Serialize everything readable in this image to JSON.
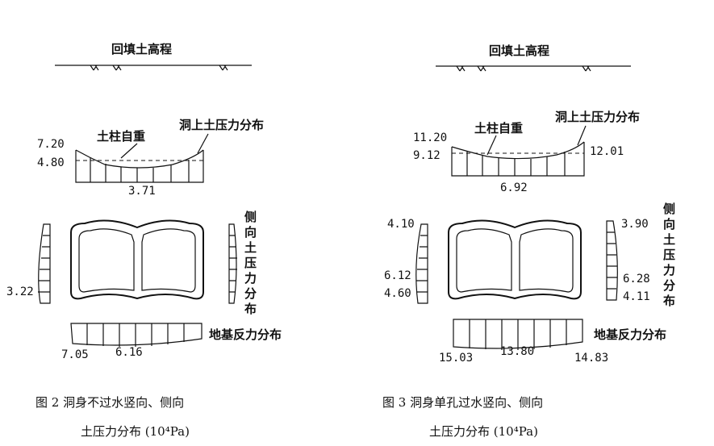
{
  "fig2": {
    "ground_label": "回填土高程",
    "top_label_soil_column": "土柱自重",
    "top_label_pressure": "洞上土压力分布",
    "top_left_upper": "7.20",
    "top_left_lower": "4.80",
    "top_bottom": "3.71",
    "side_left_bottom": "3.22",
    "side_label": [
      "侧",
      "向",
      "土",
      "压",
      "力",
      "分",
      "布"
    ],
    "base_label": "地基反力分布",
    "base_left": "7.05",
    "base_center": "6.16",
    "caption_line1": "图 2  洞身不过水竖向、侧向",
    "caption_line2": "土压力分布 (10⁴Pa)"
  },
  "fig3": {
    "ground_label": "回填土高程",
    "top_label_soil_column": "土柱自重",
    "top_label_pressure": "洞上土压力分布",
    "top_left_upper": "11.20",
    "top_left_lower": "9.12",
    "top_right": "12.01",
    "top_bottom": "6.92",
    "side_left_top": "4.10",
    "side_left_mid": "6.12",
    "side_left_bottom": "4.60",
    "side_right_top": "3.90",
    "side_right_mid": "6.28",
    "side_right_bottom": "4.11",
    "side_label": [
      "侧",
      "向",
      "土",
      "压",
      "力",
      "分",
      "布"
    ],
    "base_label": "地基反力分布",
    "base_left": "15.03",
    "base_center": "13.80",
    "base_right": "14.83",
    "caption_line1": "图 3  洞身单孔过水竖向、侧向",
    "caption_line2": "土压力分布 (10⁴Pa)"
  }
}
